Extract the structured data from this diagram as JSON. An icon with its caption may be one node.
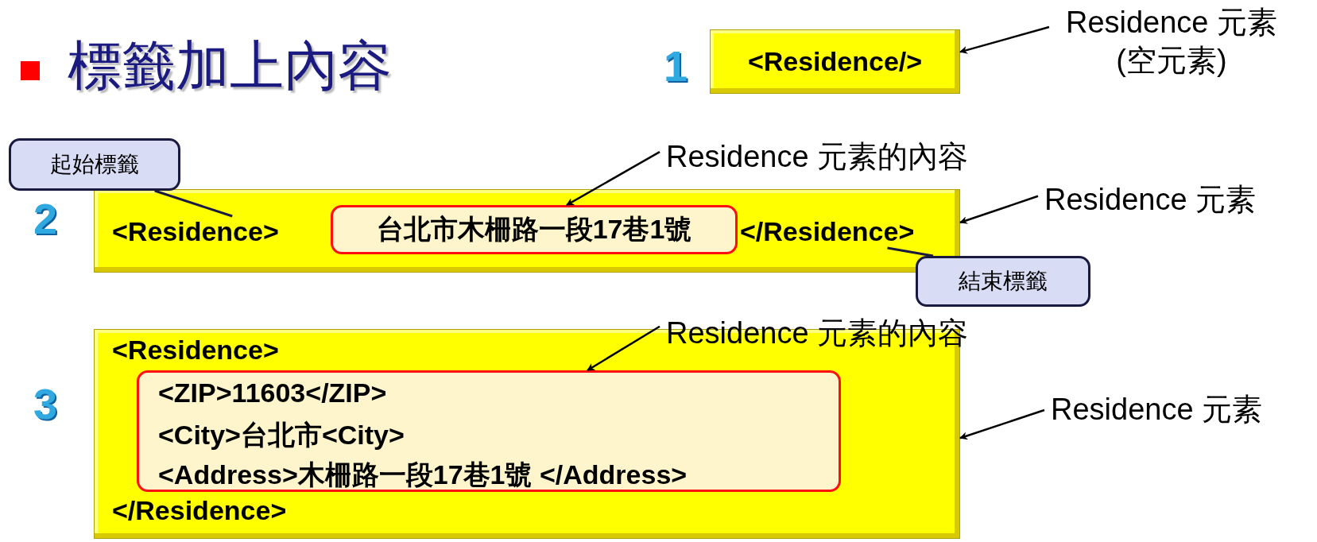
{
  "diagram": {
    "nodes": [
      {
        "text": [
          "<Residence/>"
        ]
      },
      {
        "text": [
          "Residence 元素 (空元素)"
        ]
      },
      {
        "text": [],
        "shape": "bar"
      },
      {
        "text": [
          "<Residence>"
        ],
        "in": 2
      },
      {
        "text": [
          "台北市木柵路一段17巷1號"
        ],
        "in": 2
      },
      {
        "text": [
          "</Residence>"
        ],
        "in": 2
      },
      {
        "text": [
          "起始標籤"
        ]
      },
      {
        "text": [
          "Residence 元素的內容"
        ]
      },
      {
        "text": [
          "Residence 元素"
        ]
      },
      {
        "text": [
          "結束標籤"
        ]
      },
      {
        "text": [
          "<Residence>",
          "</Residence>"
        ]
      },
      {
        "text": [
          "<ZIP>11603</ZIP>",
          "<City>台北市<City>",
          "<Address>木柵路一段17巷1號 </Address>"
        ],
        "in": 10
      },
      {
        "text": [
          "Residence 元素的內容"
        ]
      },
      {
        "text": [
          "Residence 元素"
        ]
      }
    ],
    "edges": [
      {
        "from": 1,
        "to": 0,
        "arrow": "to"
      },
      {
        "from": 6,
        "to": 3,
        "arrow": "none"
      },
      {
        "from": 7,
        "to": 4,
        "arrow": "to"
      },
      {
        "from": 8,
        "to": 2,
        "arrow": "to"
      },
      {
        "from": 9,
        "to": 5,
        "arrow": "none"
      },
      {
        "from": 12,
        "to": 11,
        "arrow": "to"
      },
      {
        "from": 13,
        "to": 10,
        "arrow": "to"
      }
    ],
    "labels": [
      "標籤加上內容",
      "1",
      "2",
      "3"
    ]
  }
}
